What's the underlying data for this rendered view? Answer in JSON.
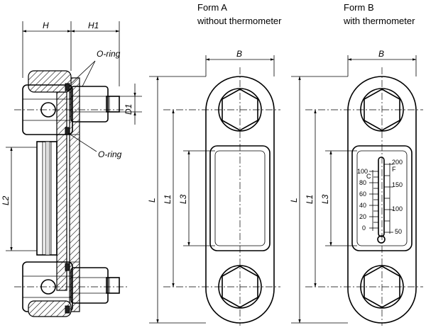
{
  "forms": {
    "a_title": "Form A",
    "a_subtitle": "without thermometer",
    "b_title": "Form B",
    "b_subtitle": "with thermometer"
  },
  "dimensions": {
    "H": "H",
    "H1": "H1",
    "D1": "D1",
    "L": "L",
    "L1": "L1",
    "L2": "L2",
    "L3": "L3",
    "B": "B"
  },
  "callouts": {
    "oring_top": "O-ring",
    "oring_mid": "O-ring"
  },
  "thermometer": {
    "celsius_unit": "C",
    "fahrenheit_unit": "F",
    "celsius_scale": [
      "100",
      "80",
      "60",
      "40",
      "20",
      "0"
    ],
    "fahrenheit_scale": [
      "200",
      "150",
      "100",
      "50"
    ]
  }
}
